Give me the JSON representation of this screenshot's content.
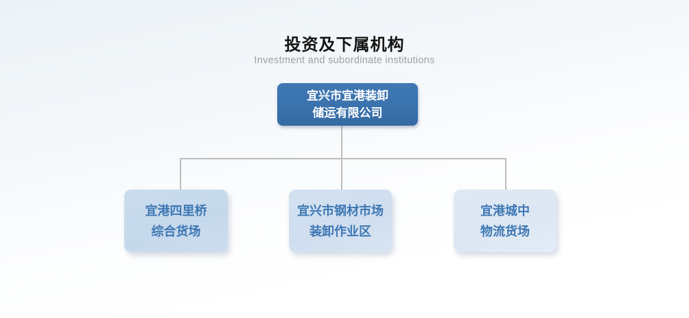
{
  "header": {
    "title": "投资及下属机构",
    "subtitle": "Investment and subordinate institutions"
  },
  "org": {
    "type": "org-chart",
    "root": {
      "id": "root",
      "lines": [
        "宜兴市宜港装卸",
        "储运有限公司"
      ],
      "full_name": "宜兴市宜港装卸储运有限公司"
    },
    "children": [
      {
        "id": "child-1",
        "lines": [
          "宜港四里桥",
          "综合货场"
        ],
        "full_name": "宜港四里桥综合货场"
      },
      {
        "id": "child-2",
        "lines": [
          "宜兴市钢材市场",
          "装卸作业区"
        ],
        "full_name": "宜兴市钢材市场装卸作业区"
      },
      {
        "id": "child-3",
        "lines": [
          "宜港城中",
          "物流货场"
        ],
        "full_name": "宜港城中物流货场"
      }
    ]
  },
  "colors": {
    "root_node_fill": "#3a72ad",
    "root_node_text": "#ffffff",
    "child_node_fill_1": "#c6d9ec",
    "child_node_fill_2": "#cfdeef",
    "child_node_fill_3": "#dce7f3",
    "child_node_text": "#3e77b3",
    "connector_line": "#bcbcbc",
    "title_text": "#141414",
    "subtitle_text": "#9aa0a5",
    "background_top": "#ecf2f7",
    "background_bottom": "#ffffff"
  }
}
